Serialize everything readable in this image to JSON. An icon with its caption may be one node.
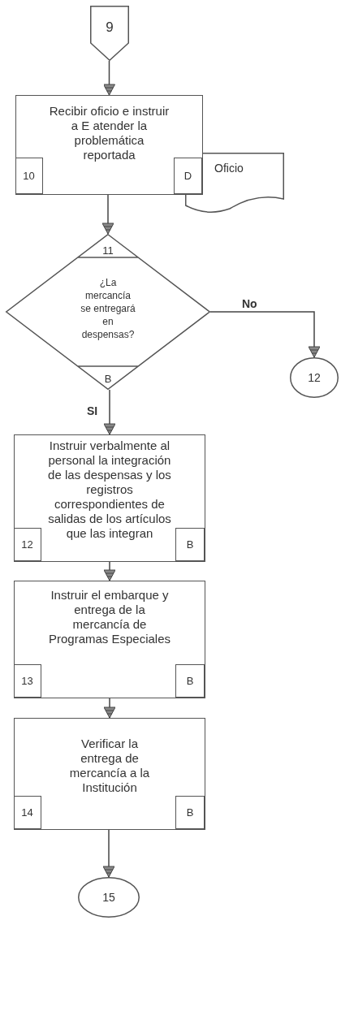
{
  "diagram": {
    "nodes": [
      {
        "text": [
          "9"
        ]
      },
      {
        "text": [
          "Recibir oficio e instruir a E atender la problemática reportada"
        ]
      },
      {
        "text": [
          "10"
        ],
        "in": 1
      },
      {
        "text": [
          "D"
        ],
        "in": 1
      },
      {
        "text": [
          "Oficio"
        ]
      },
      {
        "text": [
          "¿La mercancía se entregará en despensas?"
        ]
      },
      {
        "text": [
          "11"
        ],
        "in": 5
      },
      {
        "text": [
          "B"
        ],
        "in": 5
      },
      {
        "text": [
          "12"
        ]
      },
      {
        "text": [
          "Instruir verbalmente al personal la integración de las despensas y los registros correspondientes de salidas de los artículos que las integran"
        ]
      },
      {
        "text": [
          "12"
        ],
        "in": 9
      },
      {
        "text": [
          "B"
        ],
        "in": 9
      },
      {
        "text": [
          "Instruir el embarque y entrega de la mercancía de Programas Especiales"
        ]
      },
      {
        "text": [
          "13"
        ],
        "in": 12
      },
      {
        "text": [
          "B"
        ],
        "in": 12
      },
      {
        "text": [
          "Verificar la entrega de mercancía a la Institución"
        ]
      },
      {
        "text": [
          "14"
        ],
        "in": 15
      },
      {
        "text": [
          "B"
        ],
        "in": 15
      },
      {
        "text": [
          "15"
        ]
      }
    ],
    "edges": [
      {
        "from": 0,
        "to": 1,
        "arrow": "to"
      },
      {
        "from": 1,
        "to": 5,
        "arrow": "to"
      },
      {
        "from": 5,
        "to": 8,
        "arrow": "to",
        "label": "No"
      },
      {
        "from": 5,
        "to": 9,
        "arrow": "to",
        "label": "SI"
      },
      {
        "from": 9,
        "to": 12,
        "arrow": "to"
      },
      {
        "from": 12,
        "to": 15,
        "arrow": "to"
      },
      {
        "from": 15,
        "to": 18,
        "arrow": "to"
      }
    ]
  }
}
